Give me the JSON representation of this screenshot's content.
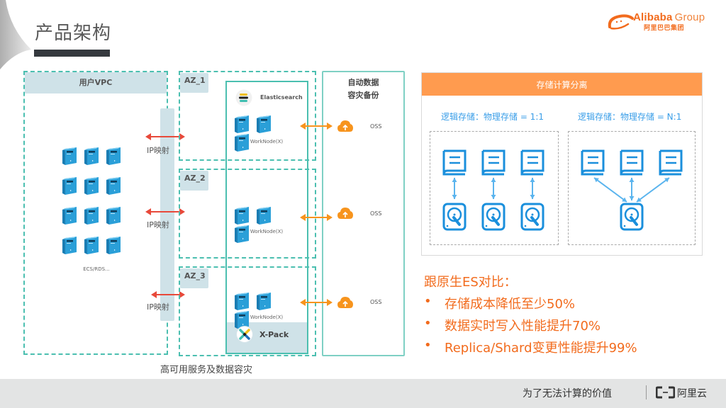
{
  "page": {
    "title": "产品架构"
  },
  "brand": {
    "logo_en": "Alibaba",
    "logo_group": "Group",
    "logo_cn": "阿里巴巴集团",
    "accent_color": "#f26b1d"
  },
  "architecture": {
    "vpc_label": "用户VPC",
    "vpc_servers_label": "ECS/RDS...",
    "ip_mapping_labels": [
      "IP映射",
      "IP映射",
      "IP映射"
    ],
    "availability_zones": [
      {
        "label": "AZ_1",
        "worknode_label": "WorkNode(X)",
        "oss_label": "OSS"
      },
      {
        "label": "AZ_2",
        "worknode_label": "WorkNode(X)",
        "oss_label": "OSS"
      },
      {
        "label": "AZ_3",
        "worknode_label": "WorkNode(X)",
        "oss_label": "OSS"
      }
    ],
    "elasticsearch_label": "Elasticsearch",
    "xpack_label": "X-Pack",
    "backup_title_line1": "自动数据",
    "backup_title_line2": "容灾备份",
    "caption": "高可用服务及数据容灾",
    "colors": {
      "zone_border": "#4bbfb0",
      "header_fill": "#cfe2e8",
      "server_blue": "#2a9fd8",
      "ip_arrow": "#e8493a",
      "oss_arrow": "#f7941d"
    }
  },
  "storage_panel": {
    "title": "存储计算分离",
    "left_subtitle": "逻辑存储：物理存储 = 1:1",
    "right_subtitle": "逻辑存储：物理存储 = N:1",
    "header_color": "#ff9b4f",
    "icon_color": "#1a8fdc"
  },
  "comparison": {
    "title": "跟原生ES对比：",
    "items": [
      "存储成本降低至少50%",
      "数据实时写入性能提升70%",
      "Replica/Shard变更性能提升99%"
    ],
    "bullet": "•"
  },
  "footer": {
    "slogan": "为了无法计算的价值",
    "brand": "阿里云"
  }
}
